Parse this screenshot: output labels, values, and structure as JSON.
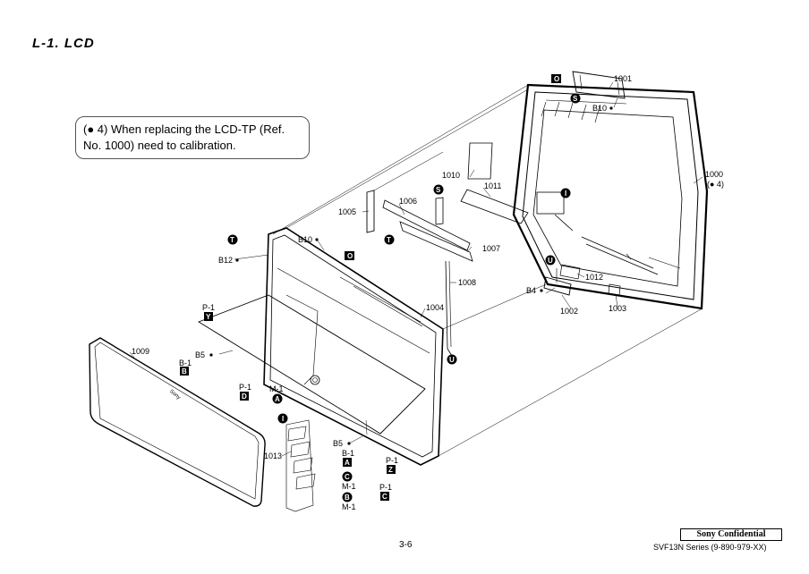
{
  "section_title": "L-1.  LCD",
  "note": {
    "line1": "(● 4) When replacing the LCD-TP (Ref.",
    "line2": "No. 1000) need to calibration."
  },
  "parts": {
    "p1000": "1000",
    "p1000_note": "(● 4)",
    "p1001": "1001",
    "p1002": "1002",
    "p1003": "1003",
    "p1004": "1004",
    "p1005": "1005",
    "p1006": "1006",
    "p1007": "1007",
    "p1008": "1008",
    "p1009": "1009",
    "p1010": "1010",
    "p1011": "1011",
    "p1012": "1012",
    "p1013": "1013"
  },
  "screws": {
    "b10_top": "B10",
    "b10_mid": "B10",
    "b12": "B12",
    "b4": "B4",
    "b5_left": "B5",
    "b5_right": "B5"
  },
  "markers": {
    "o": "O",
    "s": "S",
    "t": "T",
    "u": "U",
    "i": "I",
    "a": "A",
    "b": "B",
    "c": "C",
    "d": "D",
    "y": "Y",
    "z": "Z"
  },
  "refs": {
    "p1": "P-1",
    "b1": "B-1",
    "m1": "M-1"
  },
  "logo_text": "Sony",
  "footer": {
    "confidential": "Sony Confidential",
    "series": "SVF13N Series (9-890-979-XX)",
    "page": "3-6"
  }
}
